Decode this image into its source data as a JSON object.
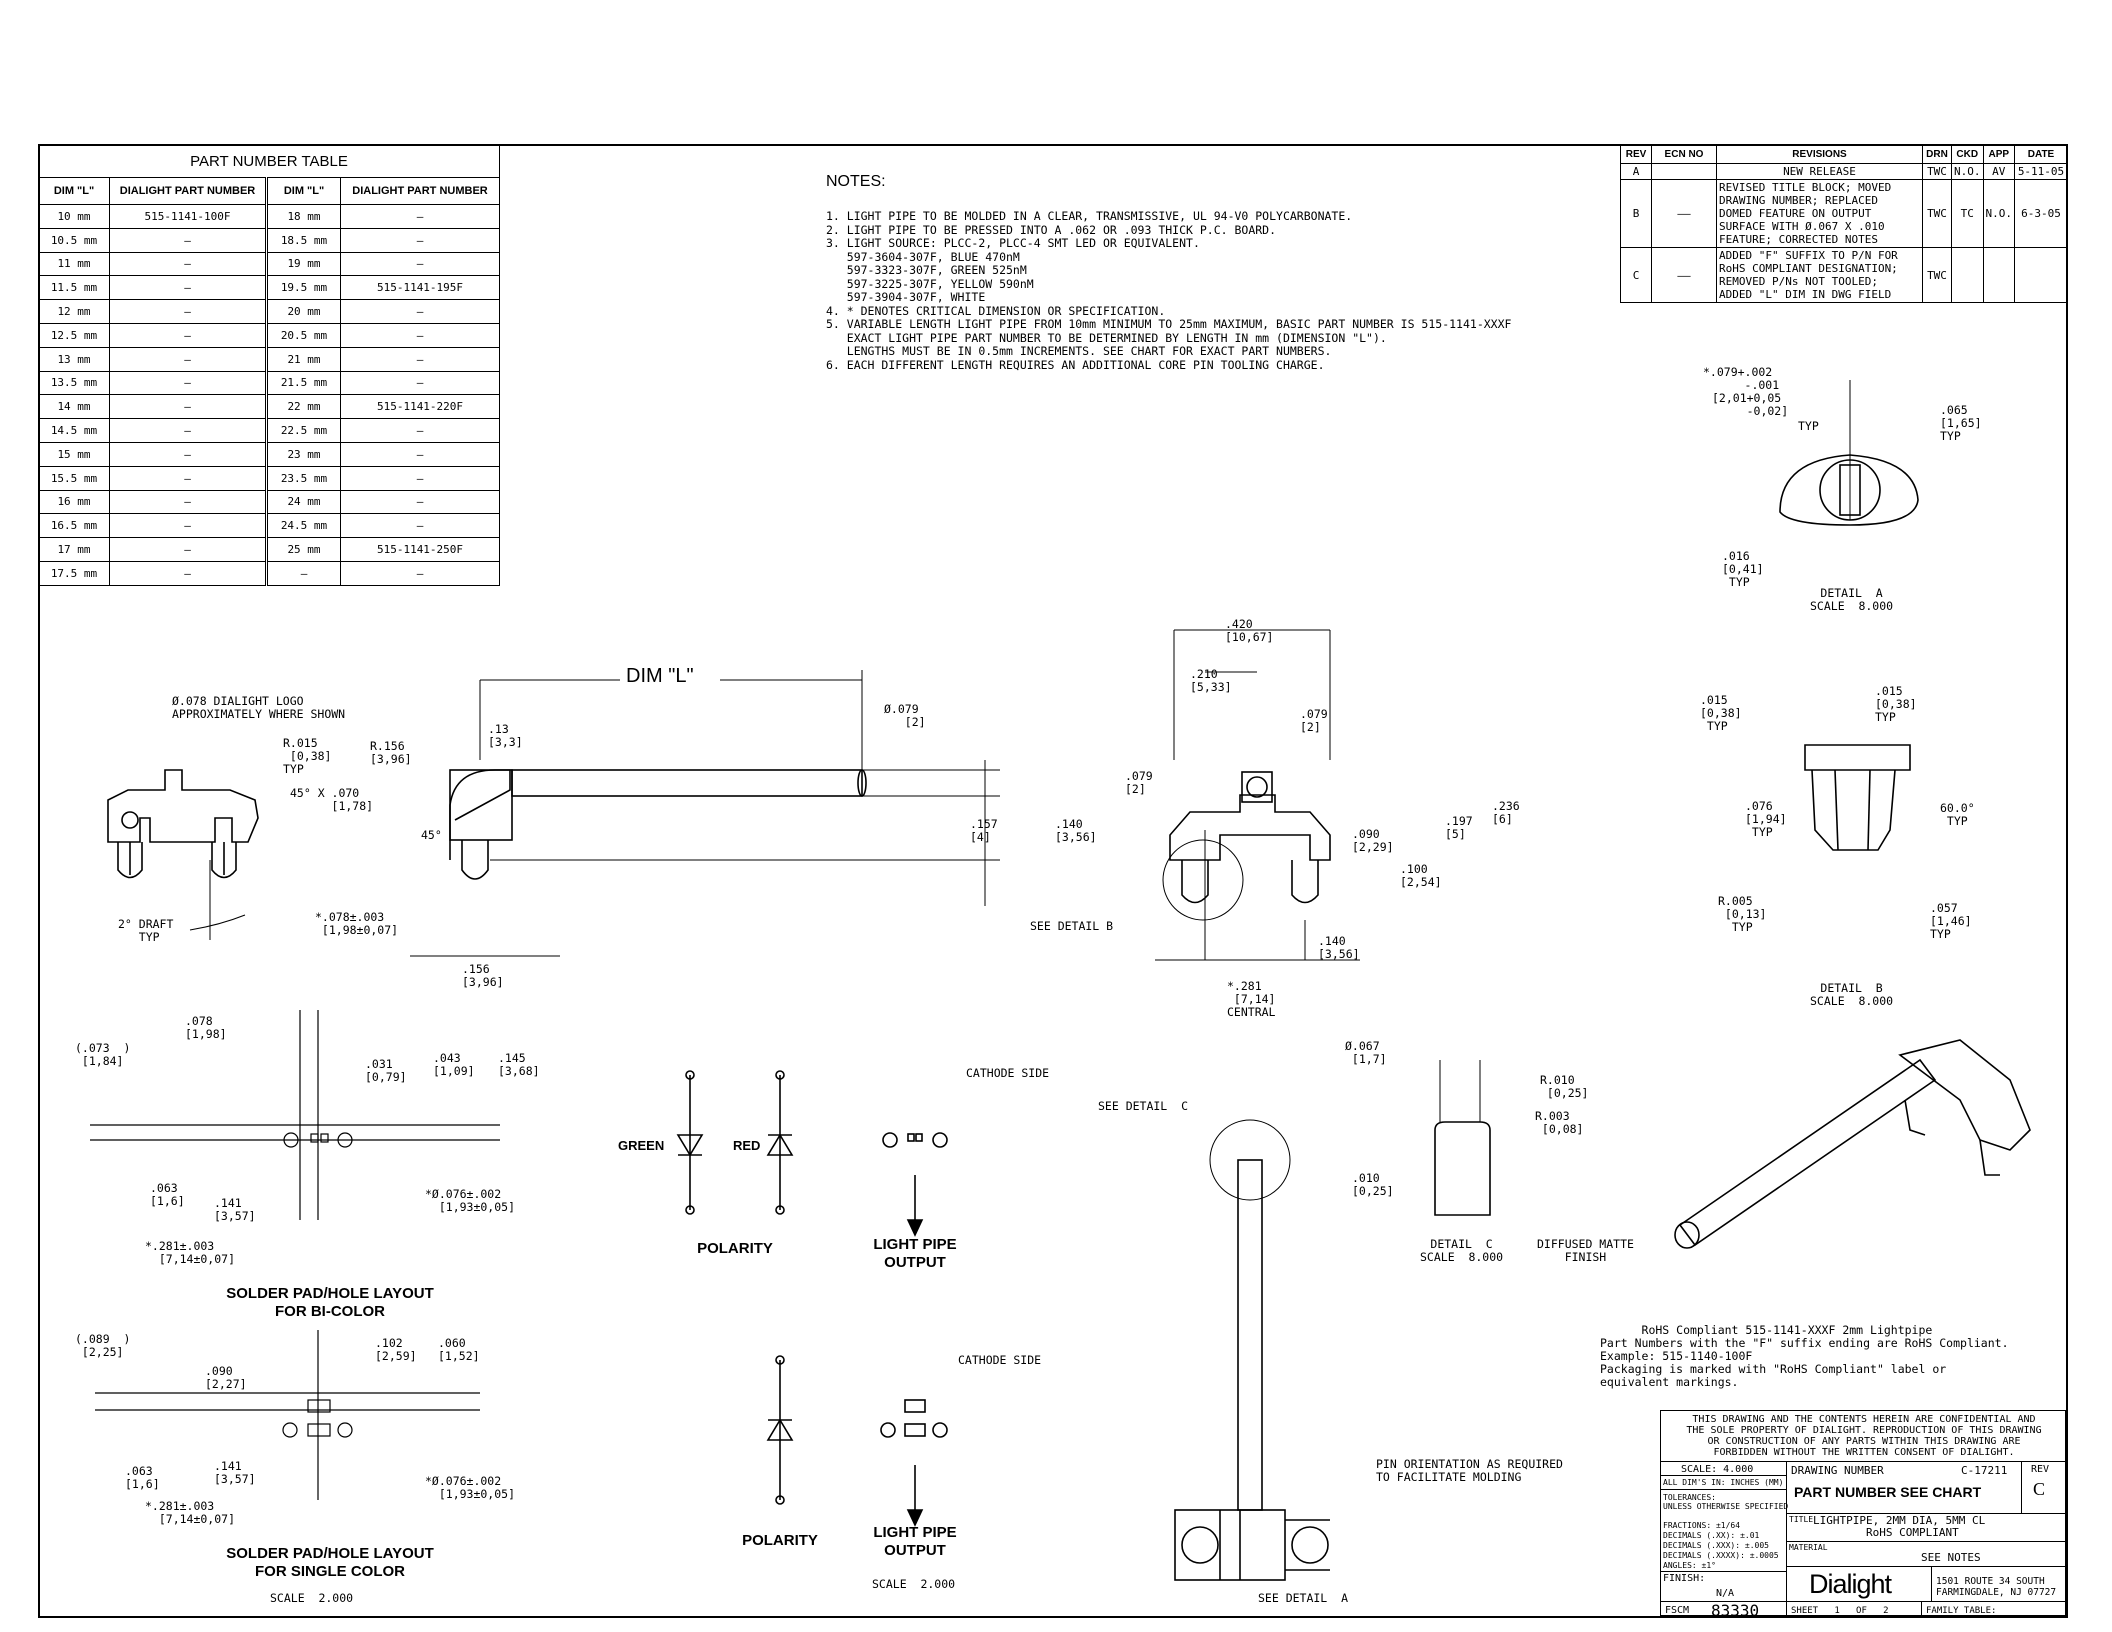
{
  "part_table": {
    "title": "PART NUMBER TABLE",
    "headers": [
      "DIM \"L\"",
      "DIALIGHT PART NUMBER",
      "DIM \"L\"",
      "DIALIGHT PART NUMBER"
    ],
    "rows": [
      [
        "10 mm",
        "515-1141-100F",
        "18 mm",
        "—"
      ],
      [
        "10.5 mm",
        "—",
        "18.5 mm",
        "—"
      ],
      [
        "11 mm",
        "—",
        "19 mm",
        "—"
      ],
      [
        "11.5 mm",
        "—",
        "19.5 mm",
        "515-1141-195F"
      ],
      [
        "12 mm",
        "—",
        "20 mm",
        "—"
      ],
      [
        "12.5 mm",
        "—",
        "20.5 mm",
        "—"
      ],
      [
        "13 mm",
        "—",
        "21 mm",
        "—"
      ],
      [
        "13.5 mm",
        "—",
        "21.5 mm",
        "—"
      ],
      [
        "14 mm",
        "—",
        "22 mm",
        "515-1141-220F"
      ],
      [
        "14.5 mm",
        "—",
        "22.5 mm",
        "—"
      ],
      [
        "15 mm",
        "—",
        "23 mm",
        "—"
      ],
      [
        "15.5 mm",
        "—",
        "23.5 mm",
        "—"
      ],
      [
        "16 mm",
        "—",
        "24 mm",
        "—"
      ],
      [
        "16.5 mm",
        "—",
        "24.5 mm",
        "—"
      ],
      [
        "17 mm",
        "—",
        "25 mm",
        "515-1141-250F"
      ],
      [
        "17.5 mm",
        "—",
        "—",
        "—"
      ]
    ]
  },
  "notes": {
    "title": "NOTES:",
    "body": "1. LIGHT PIPE TO BE MOLDED IN A CLEAR, TRANSMISSIVE, UL 94-V0 POLYCARBONATE.\n2. LIGHT PIPE TO BE PRESSED INTO A .062 OR .093 THICK P.C. BOARD.\n3. LIGHT SOURCE: PLCC-2, PLCC-4 SMT LED OR EQUIVALENT.\n   597-3604-307F, BLUE 470nM\n   597-3323-307F, GREEN 525nM\n   597-3225-307F, YELLOW 590nM\n   597-3904-307F, WHITE\n4. * DENOTES CRITICAL DIMENSION OR SPECIFICATION.\n5. VARIABLE LENGTH LIGHT PIPE FROM 10mm MINIMUM TO 25mm MAXIMUM, BASIC PART NUMBER IS 515-1141-XXXF\n   EXACT LIGHT PIPE PART NUMBER TO BE DETERMINED BY LENGTH IN mm (DIMENSION \"L\").\n   LENGTHS MUST BE IN 0.5mm INCREMENTS. SEE CHART FOR EXACT PART NUMBERS.\n6. EACH DIFFERENT LENGTH REQUIRES AN ADDITIONAL CORE PIN TOOLING CHARGE."
  },
  "revisions": {
    "headers": [
      "REV",
      "ECN NO",
      "REVISIONS",
      "DRN",
      "CKD",
      "APP",
      "DATE"
    ],
    "rows": [
      [
        "A",
        "",
        "NEW RELEASE",
        "TWC",
        "N.O.",
        "AV",
        "5-11-05"
      ],
      [
        "B",
        "——",
        "REVISED TITLE BLOCK; MOVED\nDRAWING NUMBER; REPLACED\nDOMED FEATURE ON OUTPUT\nSURFACE WITH Ø.067 X .010\nFEATURE; CORRECTED NOTES",
        "TWC",
        "TC",
        "N.O.",
        "6-3-05"
      ],
      [
        "C",
        "——",
        "ADDED \"F\" SUFFIX TO P/N FOR\nRoHS COMPLIANT DESIGNATION;\nREMOVED P/Ns NOT TOOLED;\nADDED \"L\" DIM IN DWG FIELD",
        "TWC",
        "",
        "",
        ""
      ]
    ]
  },
  "labels": {
    "dim_l": "DIM \"L\"",
    "logo": "Ø.078 DIALIGHT LOGO\nAPPROXIMATELY WHERE SHOWN",
    "r015": "R.015\n [0,38]\nTYP",
    "chamfer": "45° X .070\n      [1,78]",
    "draft": "2° DRAFT\n   TYP",
    "r156": "R.156\n[3,96]",
    "d13": ".13\n[3,3]",
    "a45": "45°",
    "d078": "*.078±.003\n [1,98±0,07]",
    "d156": ".156\n[3,96]",
    "phi079": "Ø.079\n   [2]",
    "d157": ".157\n[4]",
    "d420": ".420\n[10,67]",
    "d210": ".210\n[5,33]",
    "d079r": ".079\n[2]",
    "d079l": ".079\n[2]",
    "d140l": ".140\n[3,56]",
    "d090": ".090\n[2,29]",
    "d197": ".197\n[5]",
    "d236": ".236\n[6]",
    "d100": ".100\n[2,54]",
    "d140b": ".140\n[3,56]",
    "d281": "*.281\n [7,14]\nCENTRAL",
    "see_b": "SEE DETAIL B",
    "da_top": "*.079+.002\n      -.001",
    "da_mm": "[2,01+0,05\n     -0,02]",
    "da_typ": "TYP",
    "da_065": ".065\n[1,65]\nTYP",
    "da_016": ".016\n[0,41]\n TYP",
    "detail_a": "DETAIL  A\nSCALE  8.000",
    "db_015l": ".015\n[0,38]\n TYP",
    "db_015r": ".015\n[0,38]\nTYP",
    "db_076": ".076\n[1,94]\n TYP",
    "db_60": "60.0°\n TYP",
    "db_r005": "R.005\n [0,13]\n  TYP",
    "db_057": ".057\n[1,46]\nTYP",
    "detail_b": "DETAIL  B\nSCALE  8.000",
    "s_078": ".078\n[1,98]",
    "s_073": "(.073  )\n [1,84]",
    "s_031": ".031\n[0,79]",
    "s_043": ".043\n[1,09]",
    "s_145": ".145\n[3,68]",
    "s_063": ".063\n[1,6]",
    "s_141": ".141\n[3,57]",
    "s_076": "*Ø.076±.002\n  [1,93±0,05]",
    "s_281": "*.281±.003\n  [7,14±0,07]",
    "cap_bicolor": "SOLDER PAD/HOLE LAYOUT\nFOR BI-COLOR",
    "t_089": "(.089  )\n [2,25]",
    "t_090": ".090\n[2,27]",
    "t_102": ".102\n[2,59]",
    "t_060": ".060\n[1,52]",
    "t_063": ".063\n[1,6]",
    "t_141": ".141\n[3,57]",
    "t_076": "*Ø.076±.002\n  [1,93±0,05]",
    "t_281": "*.281±.003\n  [7,14±0,07]",
    "cap_single": "SOLDER PAD/HOLE LAYOUT\nFOR SINGLE COLOR",
    "scale2a": "SCALE  2.000",
    "green": "GREEN",
    "red": "RED",
    "polarity1": "POLARITY",
    "polarity2": "POLARITY",
    "cathode1": "CATHODE SIDE",
    "cathode2": "CATHODE SIDE",
    "lpo1": "LIGHT PIPE\nOUTPUT",
    "lpo2": "LIGHT PIPE\nOUTPUT",
    "scale2b": "SCALE  2.000",
    "see_c": "SEE DETAIL  C",
    "pin_orient": "PIN ORIENTATION AS REQUIRED\nTO FACILITATE MOLDING",
    "see_a": "SEE DETAIL  A",
    "dc_067": "Ø.067\n [1,7]",
    "dc_r010": "R.010\n [0,25]",
    "dc_r003": "R.003\n [0,08]",
    "dc_010": ".010\n[0,25]",
    "detail_c": "DETAIL  C\nSCALE  8.000",
    "diffused": "DIFFUSED MATTE\n    FINISH",
    "rohs": "      RoHS Compliant 515-1141-XXXF 2mm Lightpipe\nPart Numbers with the \"F\" suffix ending are RoHS Compliant.\nExample: 515-1140-100F\nPackaging is marked with \"RoHS Compliant\" label or\nequivalent markings."
  },
  "title_block": {
    "confidential": "THIS DRAWING AND THE CONTENTS HEREIN ARE CONFIDENTIAL AND\nTHE SOLE PROPERTY OF DIALIGHT. REPRODUCTION OF THIS DRAWING\nOR CONSTRUCTION OF ANY PARTS WITHIN THIS DRAWING ARE\nFORBIDDEN WITHOUT THE WRITTEN CONSENT OF DIALIGHT.",
    "scale": "SCALE: 4.000",
    "dims": "ALL DIM'S IN: INCHES (MM)",
    "tolerances": "TOLERANCES:\nUNLESS OTHERWISE SPECIFIED",
    "tol_values": "FRACTIONS: ±1/64\nDECIMALS (.XX): ±.01\nDECIMALS (.XXX): ±.005\nDECIMALS (.XXXX): ±.0005\nANGLES: ±1°",
    "finish_label": "FINISH:",
    "finish": "N/A",
    "fscm_label": "FSCM",
    "fscm": "83330",
    "drawing_number_label": "DRAWING NUMBER",
    "drawing_number": "C-17211",
    "rev_label": "REV",
    "rev": "C",
    "part_number": "PART NUMBER SEE CHART",
    "title_label": "TITLE",
    "title": "LIGHTPIPE, 2MM DIA, 5MM CL\n        RoHS COMPLIANT",
    "material_label": "MATERIAL",
    "material": "SEE NOTES",
    "logo": "Dialight",
    "address": "1501 ROUTE 34 SOUTH\nFARMINGDALE, NJ 07727",
    "sheet": "SHEET   1   OF   2",
    "family": "FAMILY TABLE:"
  }
}
